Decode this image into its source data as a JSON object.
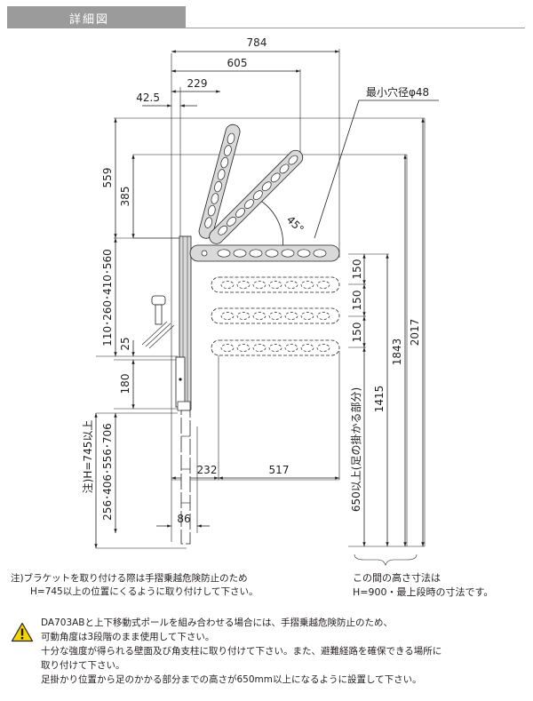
{
  "header": {
    "title": "詳細図"
  },
  "dimensions": {
    "d784": "784",
    "d605": "605",
    "d229": "229",
    "d42_5": "42.5",
    "min_hole": "最小穴径φ48",
    "d559": "559",
    "d385": "385",
    "angle": "45°",
    "d110": "110･260･410･560",
    "d25": "25",
    "d180": "180",
    "d150a": "150",
    "d150b": "150",
    "d150c": "150",
    "d2017": "2017",
    "d1843": "1843",
    "d1415": "1415",
    "d650": "650以上(足の掛かる部分)",
    "d232": "232",
    "d517": "517",
    "d86": "86",
    "note_h745": "注)H=745以上",
    "d256": "256･406･556･706"
  },
  "notes": {
    "bracket_1": "注)ブラケットを取り付ける際は手摺乗越危険防止のため",
    "bracket_2": "H=745以上の位置にくるように取り付けして下さい。",
    "height_1": "この間の高さ寸法は",
    "height_2": "H=900・最上段時の寸法です。"
  },
  "warnings": [
    "DA703ABと上下移動式ポールを組み合わせる場合には、手摺乗越危険防止のため、",
    "可動角度は3段階のまま使用して下さい。",
    "十分な強度が得られる壁面及び角支柱に取り付けて下さい。また、避難経路を確保できる場所に",
    "取り付けて下さい。",
    "足掛かり位置から足のかかる部分までの高さが650mm以上になるように設置して下さい。"
  ],
  "colors": {
    "header": "#9b9b9b",
    "part_fill": "#d9d9d9",
    "warn_yellow": "#f5d400"
  },
  "icons": {
    "warning": "warning-triangle-icon"
  }
}
